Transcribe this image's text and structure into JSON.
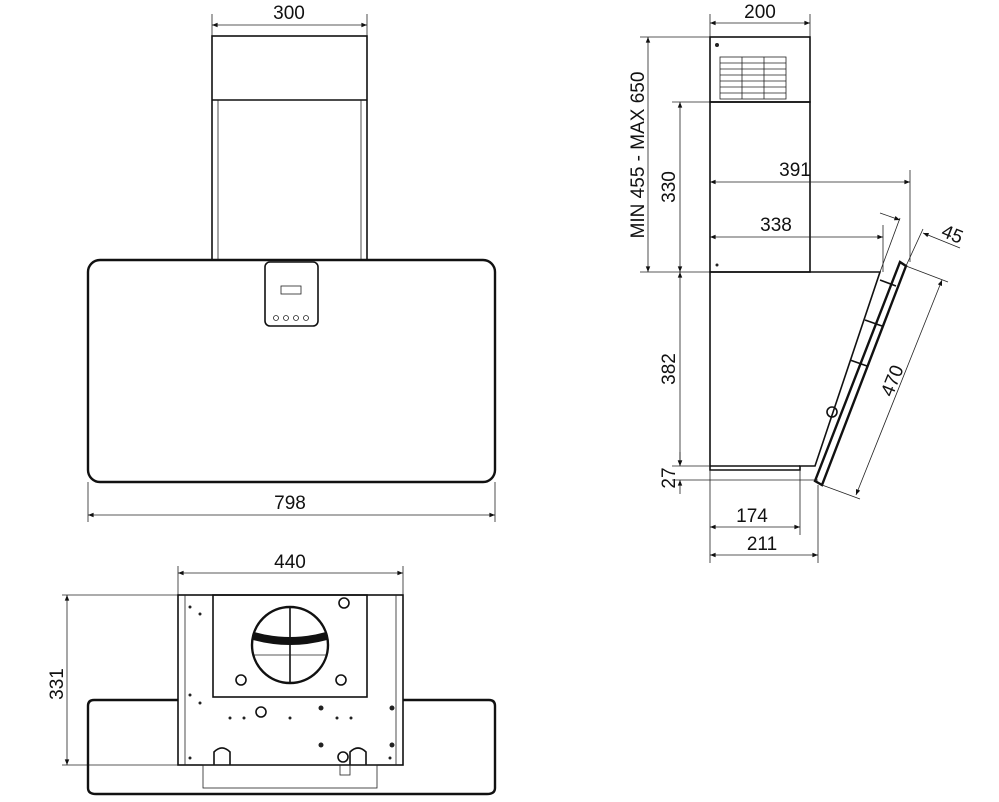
{
  "front_view": {
    "chimney_width": "300",
    "hood_width": "798"
  },
  "side_view": {
    "chimney_depth": "200",
    "chimney_height_range": "MIN  455  -  MAX  650",
    "lower_chimney": "330",
    "depth_391": "391",
    "depth_338": "338",
    "glass_thickness": "45",
    "glass_length": "470",
    "body_height": "382",
    "bottom_offset": "27",
    "bottom_depth_174": "174",
    "bottom_depth_211": "211"
  },
  "bottom_view": {
    "body_width": "440",
    "body_depth": "331"
  }
}
